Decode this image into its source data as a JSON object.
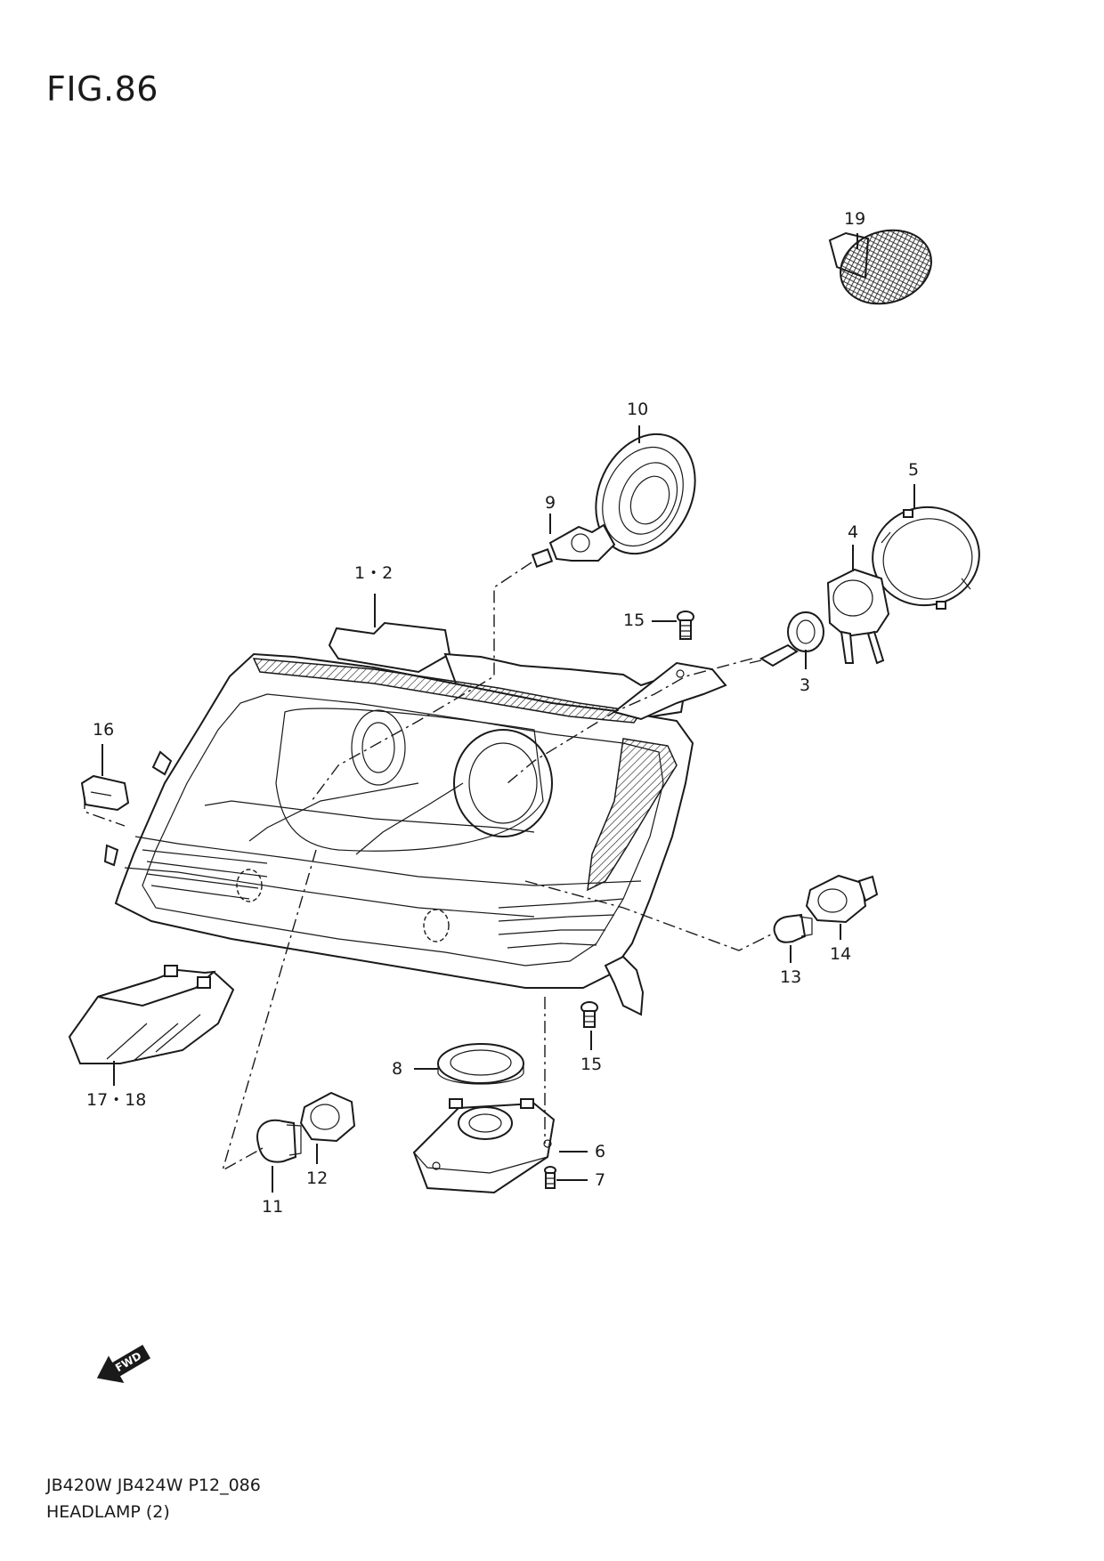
{
  "figure": {
    "title": "FIG.86",
    "code": "JB420W JB424W P12_086",
    "name": "HEADLAMP (2)",
    "fwd_label": "FWD"
  },
  "callouts": {
    "c1_2": "1・2",
    "c3": "3",
    "c4": "4",
    "c5": "5",
    "c6": "6",
    "c7": "7",
    "c8": "8",
    "c9": "9",
    "c10": "10",
    "c11": "11",
    "c12": "12",
    "c13": "13",
    "c14": "14",
    "c15a": "15",
    "c15b": "15",
    "c16": "16",
    "c17_18": "17・18",
    "c19": "19"
  }
}
